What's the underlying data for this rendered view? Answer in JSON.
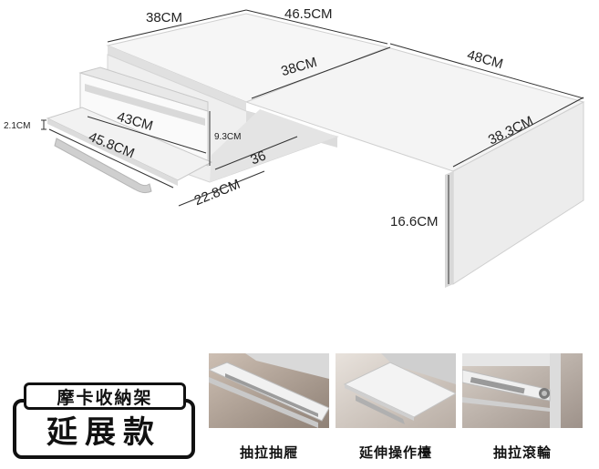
{
  "dimensions": {
    "top_left_width": "38CM",
    "top_span": "46.5CM",
    "top_right_width": "48CM",
    "middle_depth": "38CM",
    "right_depth": "38.3CM",
    "drawer_width": "43CM",
    "drawer_height": "9.3CM",
    "tray_width": "45.8CM",
    "tray_thickness": "2.1CM",
    "side_depth": "36",
    "tray_depth": "22.8CM",
    "leg_height": "16.6CM"
  },
  "badge": {
    "line1": "摩卡收納架",
    "line2": "延展款"
  },
  "features": [
    {
      "label": "抽拉抽屜",
      "icon": "drawer-photo"
    },
    {
      "label": "延伸操作檯",
      "icon": "extension-tray-photo"
    },
    {
      "label": "抽拉滾輪",
      "icon": "roller-rail-photo"
    }
  ]
}
